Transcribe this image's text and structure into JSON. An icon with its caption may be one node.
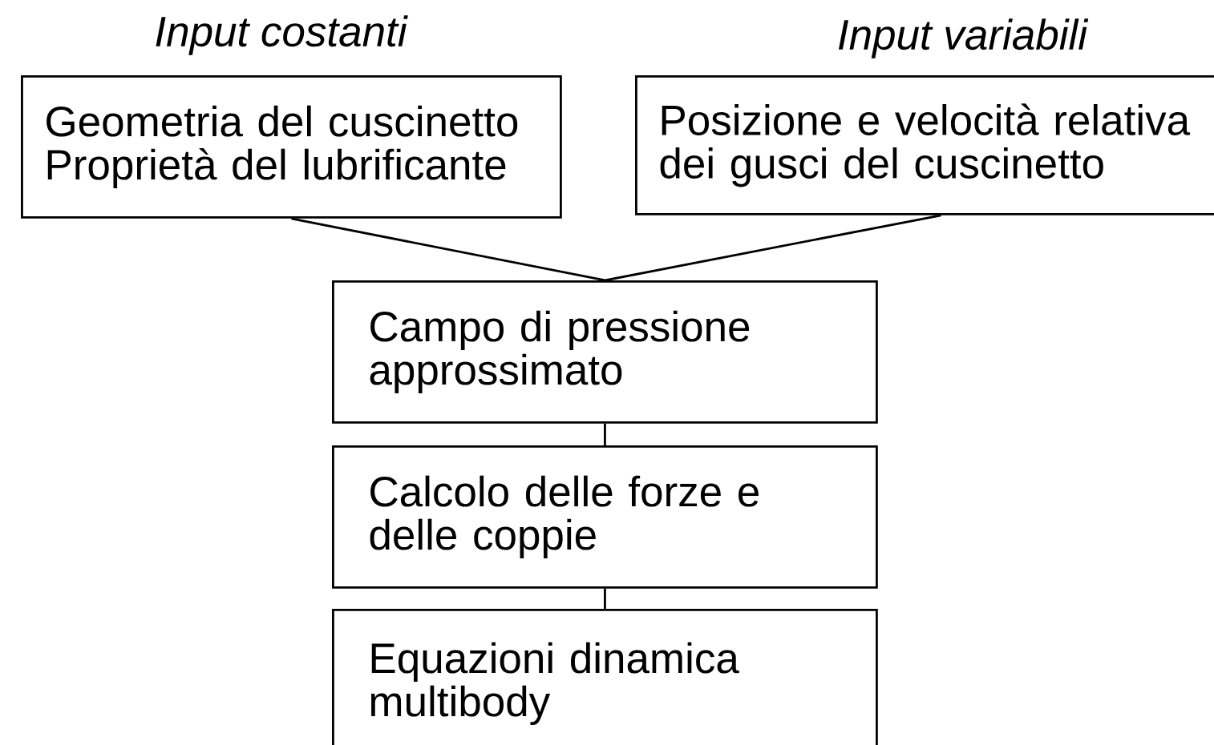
{
  "diagram": {
    "nodes": [
      {
        "text": [
          "Input costanti",
          "Geometria del cuscinetto Proprietà del lubrificante"
        ]
      },
      {
        "text": [
          "Input variabili",
          "Posizione e velocità relativa dei gusci del cuscinetto"
        ]
      },
      {
        "text": [
          "Campo di pressione approssimato"
        ]
      },
      {
        "text": [
          "Calcolo delle forze e delle coppie"
        ]
      },
      {
        "text": [
          "Equazioni dinamica multibody"
        ]
      }
    ],
    "edges": [
      {
        "from": 0,
        "to": 2,
        "arrow": "none"
      },
      {
        "from": 1,
        "to": 2,
        "arrow": "none"
      },
      {
        "from": 2,
        "to": 3,
        "arrow": "none"
      },
      {
        "from": 3,
        "to": 4,
        "arrow": "none"
      }
    ]
  }
}
